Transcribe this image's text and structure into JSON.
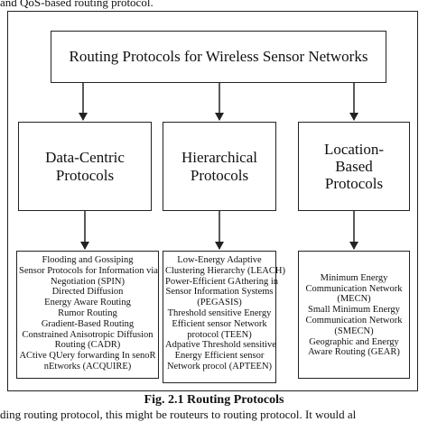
{
  "top_text": "and QoS-based routing protocol.",
  "title": "Routing Protocols for Wireless Sensor Networks",
  "categories": [
    {
      "label_lines": [
        "Data-Centric",
        "Protocols"
      ],
      "items": [
        "Flooding and Gossiping",
        "Sensor Protocols for Information via",
        "Negotiation (SPIN)",
        "Directed Diffusion",
        "Energy Aware Routing",
        "Rumor Routing",
        "Gradient-Based Routing",
        "Constrained Anisotropic Diffusion",
        "Routing (CADR)",
        "ACtive QUery forwarding In senoR",
        "nEtworks (ACQUIRE)"
      ]
    },
    {
      "label_lines": [
        "Hierarchical",
        "Protocols"
      ],
      "items": [
        "Low-Energy Adaptive",
        "Clustering Hierarchy (LEACH)",
        "Power-Efficient GAthering in",
        "Sensor Information Systems",
        "(PEGASIS)",
        "Threshold sensitive Energy",
        "Efficient sensor Network",
        "protocol (TEEN)",
        "Adpative Threshold sensitive",
        "Energy Efficient sensor",
        "Network procol (APTEEN)"
      ]
    },
    {
      "label_lines": [
        "Location-",
        "Based",
        "Protocols"
      ],
      "items": [
        "Minimum Energy",
        "Communication Network",
        "(MECN)",
        "Small Minimum Energy",
        "Communication Network",
        "(SMECN)",
        "Geographic and Energy",
        "Aware Routing (GEAR)"
      ]
    }
  ],
  "caption": "Fig. 2.1 Routing Protocols",
  "bottom_text": "ding routing protocol, this might be routeurs to routing protocol. It would al"
}
